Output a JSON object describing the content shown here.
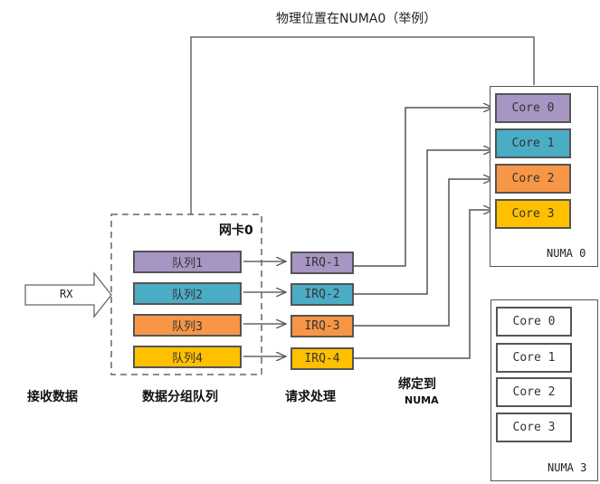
{
  "title": "物理位置在NUMA0（举例）",
  "rx_label": "RX",
  "nic": {
    "label": "网卡0",
    "queues": [
      {
        "label": "队列1",
        "color": "#A795C3"
      },
      {
        "label": "队列2",
        "color": "#4BACC6"
      },
      {
        "label": "队列3",
        "color": "#F79646"
      },
      {
        "label": "队列4",
        "color": "#FFC000"
      }
    ]
  },
  "irqs": [
    {
      "label": "IRQ-1",
      "color": "#A795C3"
    },
    {
      "label": "IRQ-2",
      "color": "#4BACC6"
    },
    {
      "label": "IRQ-3",
      "color": "#F79646"
    },
    {
      "label": "IRQ-4",
      "color": "#FFC000"
    }
  ],
  "numa0": {
    "label": "NUMA 0",
    "cores": [
      {
        "label": "Core 0",
        "color": "#A795C3"
      },
      {
        "label": "Core 1",
        "color": "#4BACC6"
      },
      {
        "label": "Core 2",
        "color": "#F79646"
      },
      {
        "label": "Core 3",
        "color": "#FFC000"
      }
    ]
  },
  "numa3": {
    "label": "NUMA 3",
    "cores": [
      {
        "label": "Core 0",
        "color": "#FFFFFF"
      },
      {
        "label": "Core 1",
        "color": "#FFFFFF"
      },
      {
        "label": "Core 2",
        "color": "#FFFFFF"
      },
      {
        "label": "Core 3",
        "color": "#FFFFFF"
      }
    ]
  },
  "stage_labels": {
    "receive": "接收数据",
    "group": "数据分组队列",
    "handle": "请求处理",
    "bind_line1": "绑定到",
    "bind_line2": "NUMA"
  }
}
